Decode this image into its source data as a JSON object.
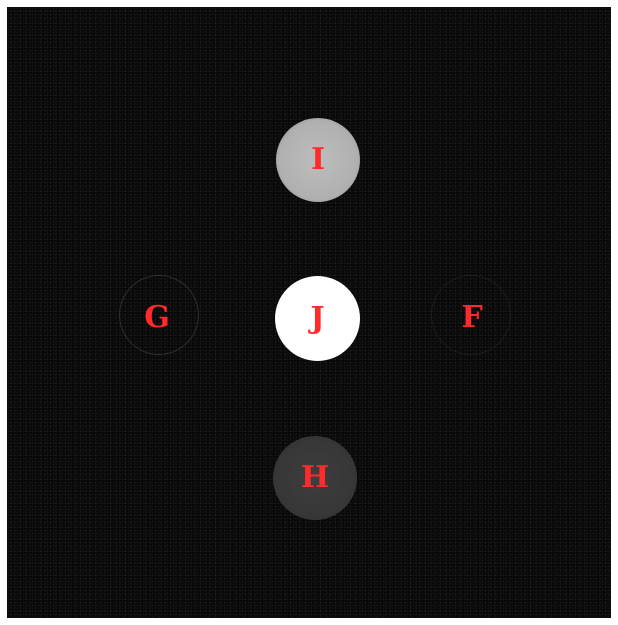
{
  "image": {
    "background_color": "#050505",
    "label_color": "#ff2a2a"
  },
  "vials": [
    {
      "id": "I",
      "label": "I",
      "fill": "#b3b3b3"
    },
    {
      "id": "J",
      "label": "J",
      "fill": "#ffffff"
    },
    {
      "id": "H",
      "label": "H",
      "fill": "#3a3a3a"
    }
  ],
  "empty_positions": [
    {
      "id": "G",
      "label": "G"
    },
    {
      "id": "F",
      "label": "F"
    }
  ]
}
